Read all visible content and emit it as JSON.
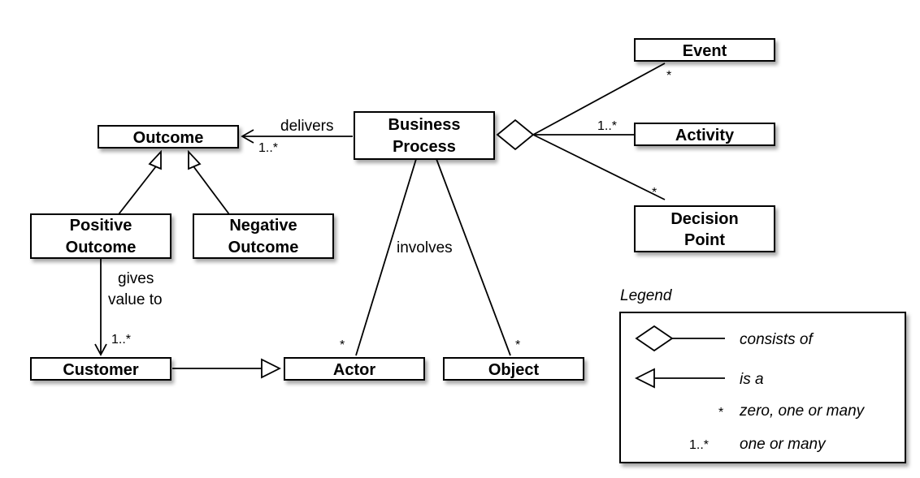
{
  "classes": {
    "outcome": "Outcome",
    "business_process_1": "Business",
    "business_process_2": "Process",
    "event": "Event",
    "activity": "Activity",
    "decision_point_1": "Decision",
    "decision_point_2": "Point",
    "positive_outcome_1": "Positive",
    "positive_outcome_2": "Outcome",
    "negative_outcome_1": "Negative",
    "negative_outcome_2": "Outcome",
    "customer": "Customer",
    "actor": "Actor",
    "object": "Object"
  },
  "relations": {
    "delivers": "delivers",
    "involves": "involves",
    "gives_value_1": "gives",
    "gives_value_2": "value to"
  },
  "multiplicities": {
    "outcome": "1..*",
    "event": "*",
    "activity": "1..*",
    "decision_point": "*",
    "customer": "1..*",
    "actor": "*",
    "object": "*"
  },
  "legend": {
    "title": "Legend",
    "consists_of": "consists of",
    "is_a": "is a",
    "star_symbol": "*",
    "star_meaning": "zero, one or many",
    "one_many_symbol": "1..*",
    "one_many_meaning": "one or many"
  }
}
